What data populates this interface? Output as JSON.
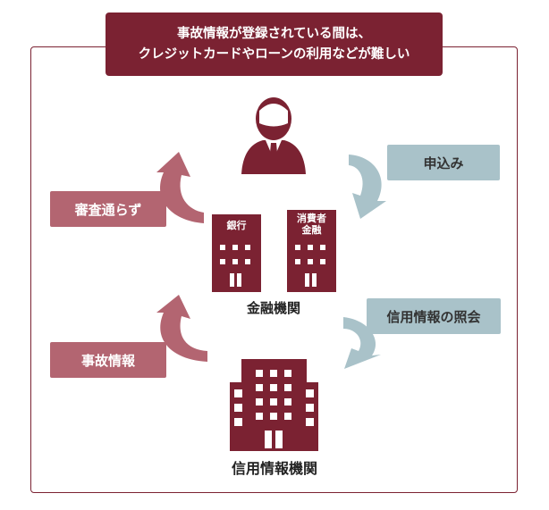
{
  "banner": {
    "line1": "事故情報が登録されている間は、",
    "line2": "クレジットカードやローンの利用などが難しい"
  },
  "labels": {
    "review_fail": "審査通らず",
    "apply": "申込み",
    "accident_info": "事故情報",
    "credit_inquiry": "信用情報の照会"
  },
  "entities": {
    "bank": "銀行",
    "consumer_finance_line1": "消費者",
    "consumer_finance_line2": "金融",
    "financial_institution": "金融機関",
    "credit_bureau": "信用情報機関"
  },
  "colors": {
    "primary": "#7b2232",
    "accent_red": "#b36571",
    "accent_blue": "#a9c2c9"
  },
  "icons": [
    "person-icon",
    "bank-building-icon",
    "consumer-finance-building-icon",
    "credit-bureau-building-icon"
  ]
}
